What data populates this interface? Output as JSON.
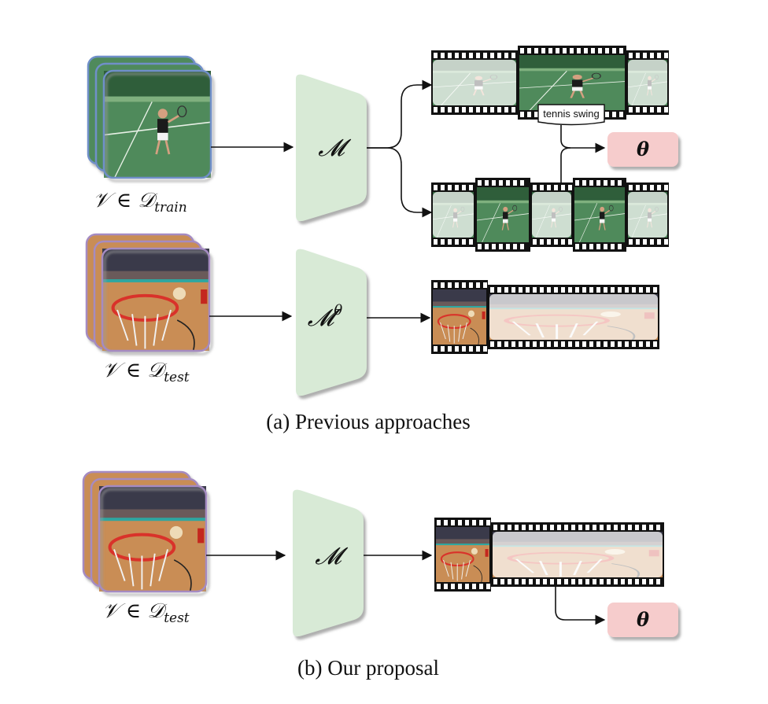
{
  "section_a": {
    "caption": "(a) Previous approaches",
    "train_label": {
      "base": "𝒱 ∈ 𝒟",
      "sub": "train"
    },
    "test_label": {
      "base": "𝒱 ∈ 𝒟",
      "sub": "test"
    },
    "model_label": "𝓜",
    "model_adapted_label": "𝓜",
    "model_adapted_sup": "θ",
    "annotation_tag": "tennis swing",
    "theta_label": "θ"
  },
  "section_b": {
    "caption": "(b) Our proposal",
    "test_label": {
      "base": "𝒱 ∈ 𝒟",
      "sub": "test"
    },
    "model_label": "𝓜",
    "theta_label": "θ"
  },
  "colors": {
    "model_fill": "#d8ead6",
    "theta_fill": "#f6cccc",
    "train_frame_border": "#6f8fc9",
    "test_frame_border": "#a58bc2",
    "tennis_court": "#5e9a6e",
    "basketball_floor": "#c98d55"
  }
}
